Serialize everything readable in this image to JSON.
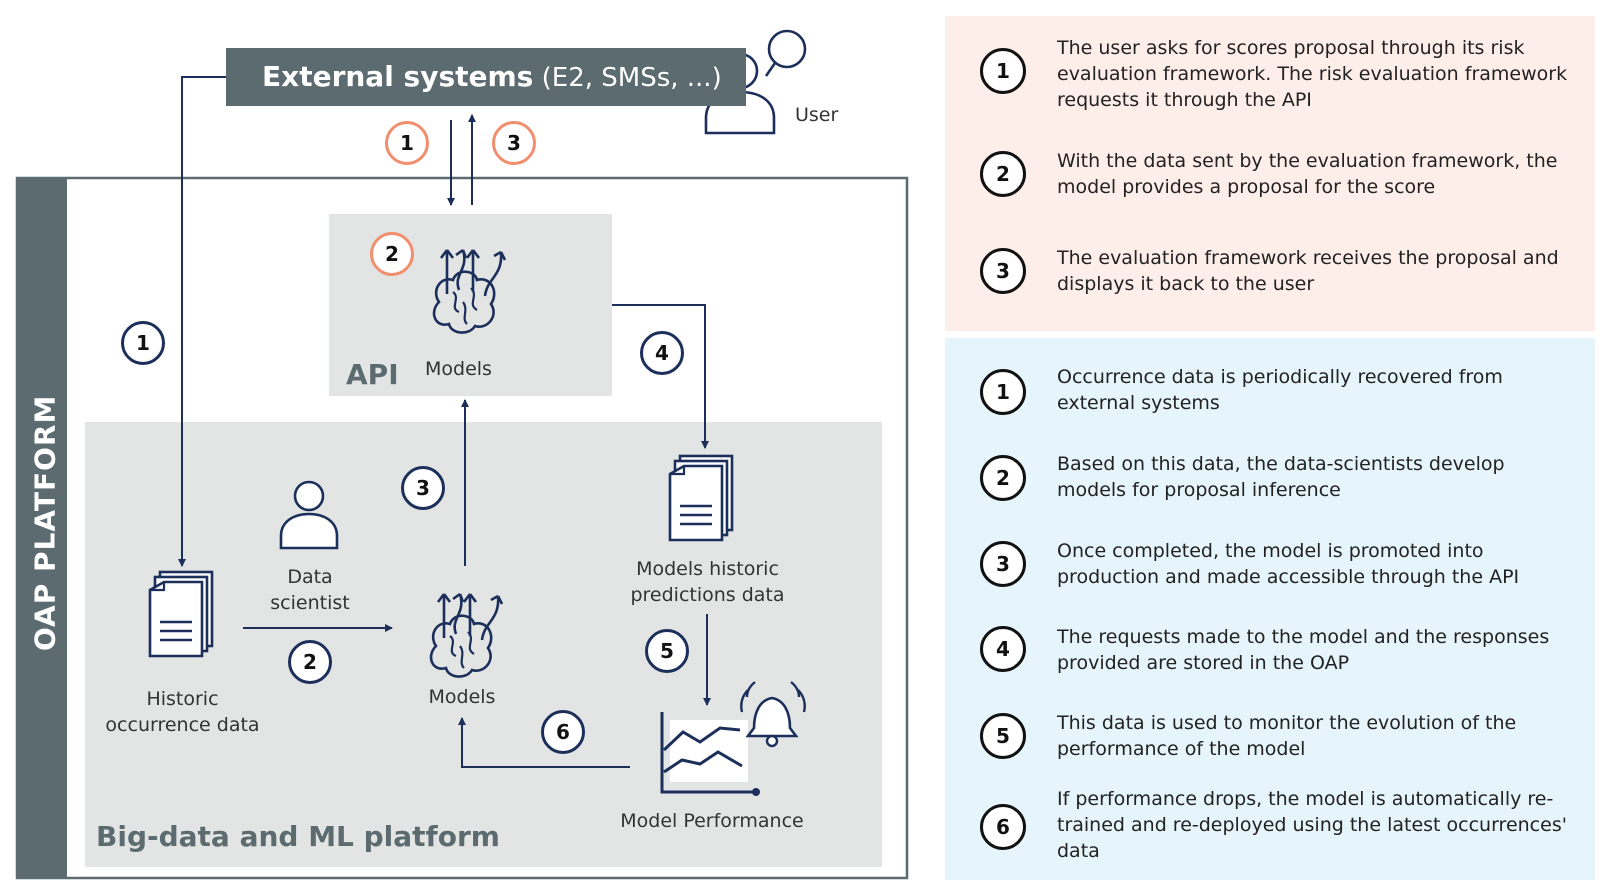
{
  "diagram": {
    "external_systems": {
      "bold": "External systems",
      "normal": " (E2, SMSs, ...)"
    },
    "user_label": "User",
    "platform_label": "OAP PLATFORM",
    "api_label": "API",
    "bigdata_label": "Big-data and ML platform",
    "models_label": "Models",
    "data_scientist_label": "Data\nscientist",
    "historic_occurrence_label": "Historic\noccurrence data",
    "historic_predictions_label": "Models historic\npredictions data",
    "model_performance_label": "Model Performance",
    "step_numbers": [
      "1",
      "2",
      "3",
      "4",
      "5",
      "6"
    ]
  },
  "colors": {
    "dark_blue": "#1c2f5a",
    "orange": "#f08e6e",
    "slate": "#5c6b70",
    "light_gray": "#e3e5e5",
    "legend_top_bg": "#fdeee9",
    "legend_bottom_bg": "#e6f4fb"
  },
  "legend_top": [
    {
      "num": "1",
      "text": "The user asks for scores proposal through its risk evaluation framework. The risk evaluation framework requests it through the API"
    },
    {
      "num": "2",
      "text": "With the data sent by the evaluation framework, the model provides a proposal for the score"
    },
    {
      "num": "3",
      "text": "The evaluation framework receives the proposal and displays it back to the user"
    }
  ],
  "legend_bottom": [
    {
      "num": "1",
      "text": "Occurrence data is periodically recovered from external systems"
    },
    {
      "num": "2",
      "text": "Based on this data, the data-scientists develop models for proposal inference"
    },
    {
      "num": "3",
      "text": "Once completed, the model is promoted into production and made accessible through the API"
    },
    {
      "num": "4",
      "text": "The requests made to the model and the responses provided are stored in the OAP"
    },
    {
      "num": "5",
      "text": "This data is used to monitor the evolution of the performance of the model"
    },
    {
      "num": "6",
      "text": "If performance drops, the model is automatically re-trained and re-deployed using the latest occurrences' data"
    }
  ]
}
